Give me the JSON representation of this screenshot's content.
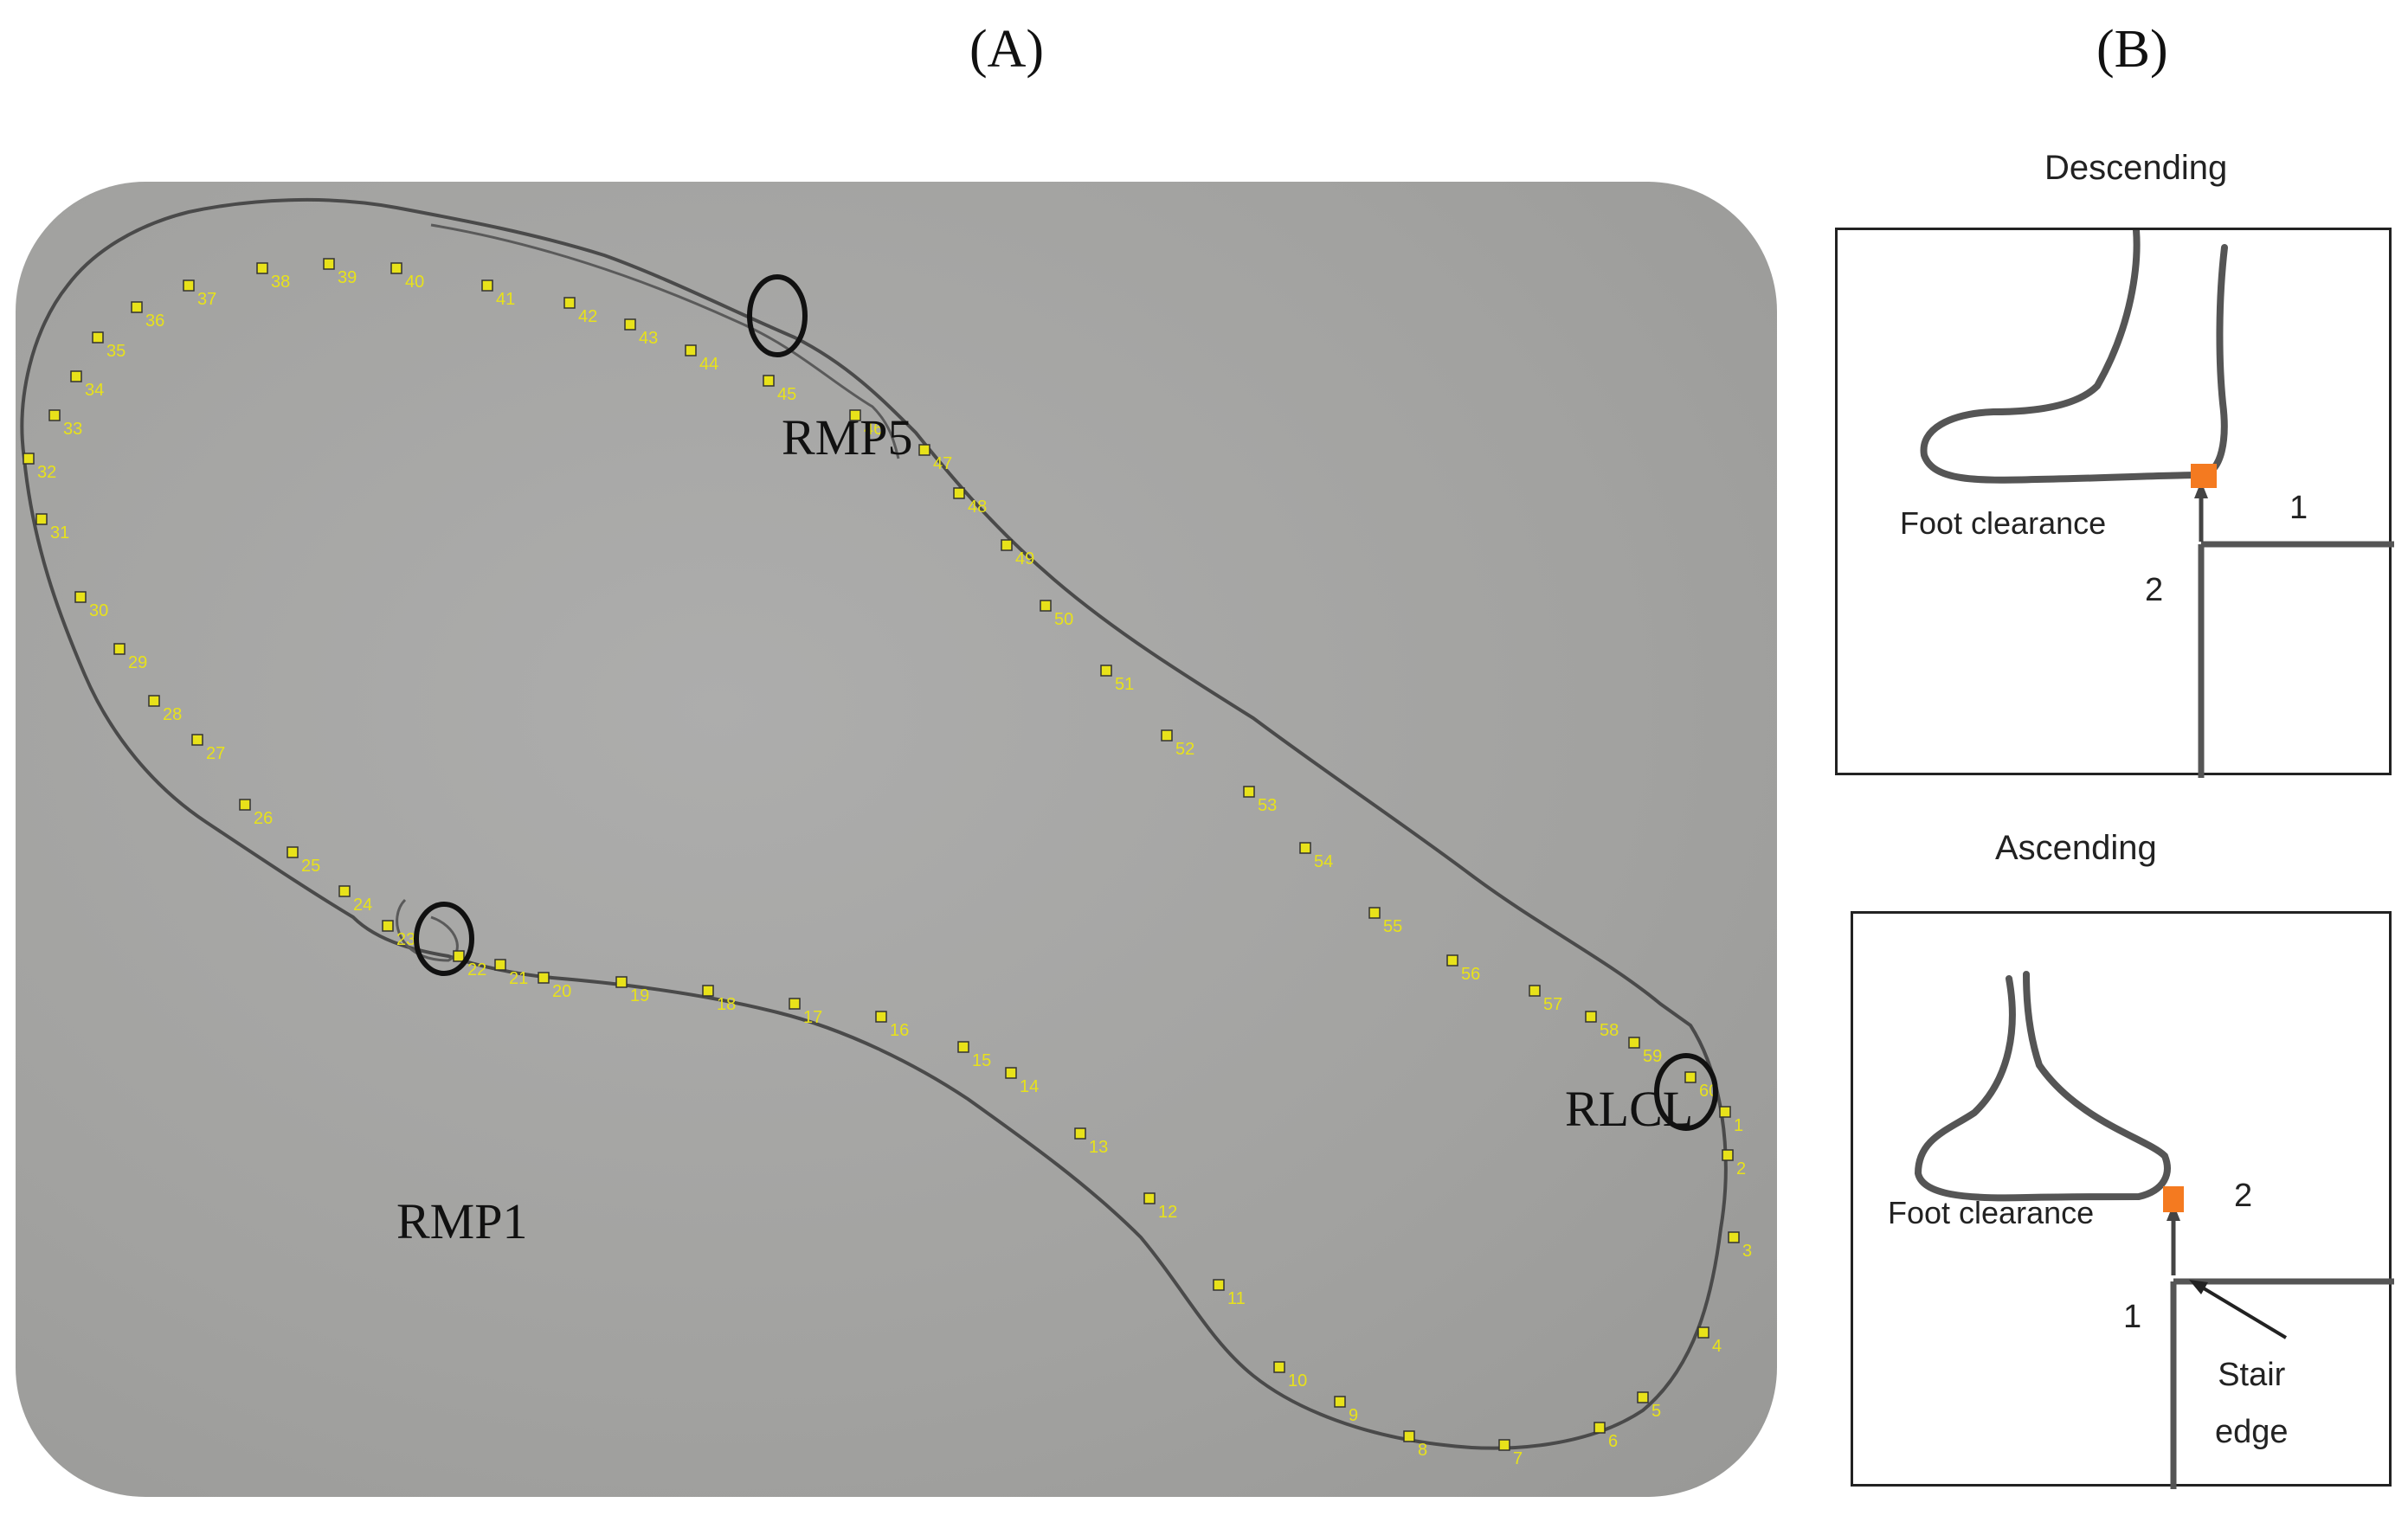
{
  "panels": {
    "a": "(A)",
    "b": "(B)"
  },
  "landmarks": {
    "rmp5": "RMP5",
    "rmp1": "RMP1",
    "rlcl": "RLCL"
  },
  "point_labels": [
    "1",
    "2",
    "3",
    "4",
    "5",
    "6",
    "7",
    "8",
    "9",
    "10",
    "11",
    "12",
    "13",
    "14",
    "15",
    "16",
    "17",
    "18",
    "19",
    "20",
    "21",
    "22",
    "23",
    "24",
    "25",
    "26",
    "27",
    "28",
    "29",
    "30",
    "31",
    "32",
    "33",
    "34",
    "35",
    "36",
    "37",
    "38",
    "39",
    "40",
    "41",
    "42",
    "43",
    "44",
    "45",
    "46",
    "47",
    "48",
    "49",
    "50",
    "51",
    "52",
    "53",
    "54",
    "55",
    "56",
    "57",
    "58",
    "59",
    "60"
  ],
  "descending": {
    "title": "Descending",
    "foot_clearance": "Foot clearance",
    "step_1": "1",
    "step_2": "2"
  },
  "ascending": {
    "title": "Ascending",
    "foot_clearance": "Foot clearance",
    "step_1": "1",
    "step_2": "2",
    "stair_edge_line1": "Stair",
    "stair_edge_line2": "edge"
  },
  "colors": {
    "marker_yellow": "#e8e21a",
    "marker_orange": "#f47a20",
    "trace": "#4a4a4a"
  }
}
